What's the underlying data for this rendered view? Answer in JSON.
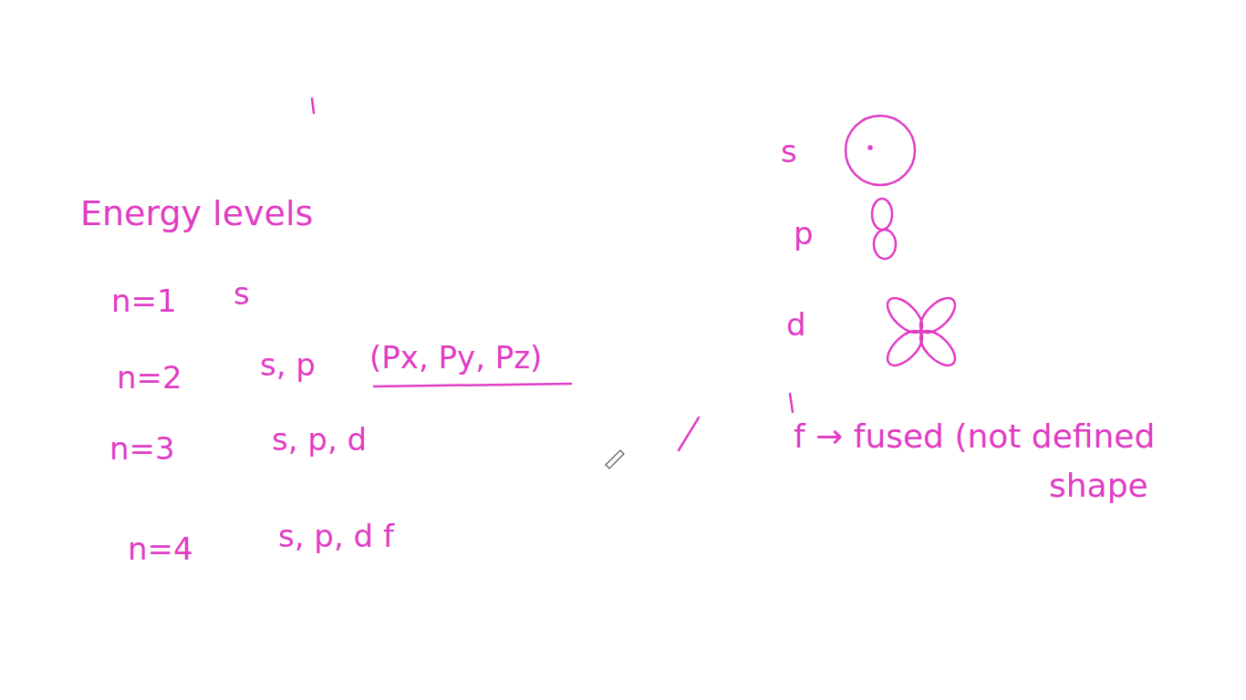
{
  "diagram": {
    "labels": [
      "Energy levels",
      "n=1",
      "s",
      "n=2",
      "s, p",
      "(Px, Py, Pz)",
      "n=3",
      "s, p, d",
      "n=4",
      "s, p, d f",
      "s",
      "p",
      "d",
      "f → fused (not defined shape"
    ]
  }
}
